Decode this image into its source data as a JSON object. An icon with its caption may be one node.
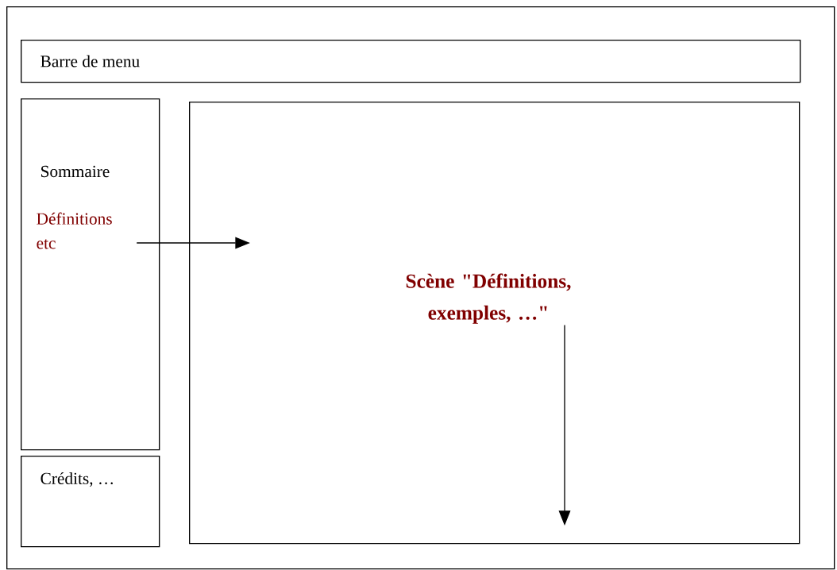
{
  "diagram": {
    "nodes": [
      {
        "text": [],
        "shape": "box"
      },
      {
        "text": [
          "Barre de menu"
        ],
        "in": 0
      },
      {
        "text": [
          "Sommaire"
        ],
        "in": 0
      },
      {
        "text": [
          "Définitions etc"
        ],
        "in": 2
      },
      {
        "text": [
          "Crédits, …"
        ],
        "in": 0
      },
      {
        "text": [],
        "shape": "box",
        "in": 0
      },
      {
        "text": [
          "Scène \"Définitions, exemples, …\""
        ],
        "in": 5
      }
    ],
    "edges": [
      {
        "from": 3,
        "to": null,
        "arrow": "to"
      },
      {
        "from": 6,
        "to": null,
        "arrow": "to"
      }
    ]
  }
}
